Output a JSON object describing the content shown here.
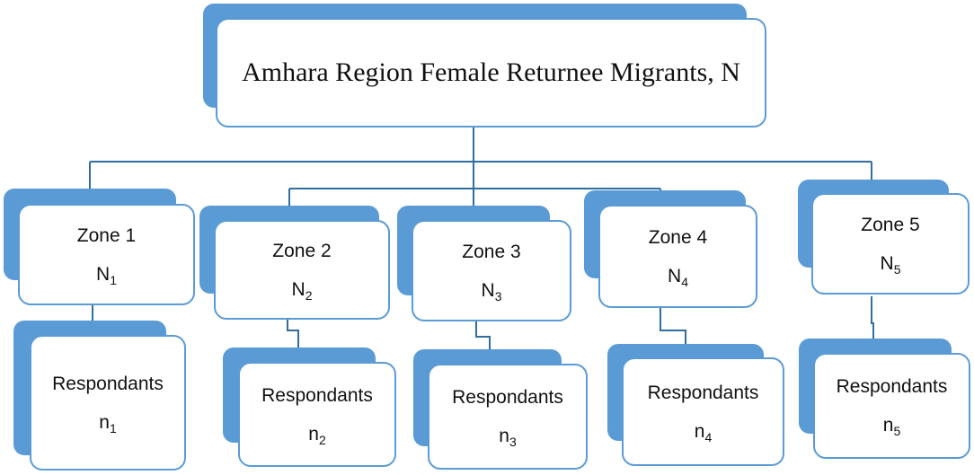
{
  "title": {
    "text": "Amhara Region Female Returnee Migrants, N"
  },
  "zones": [
    {
      "label": "Zone 1",
      "count": "N",
      "count_sub": "1",
      "respondents": "Respondants",
      "resp_count": "n",
      "resp_sub": "1"
    },
    {
      "label": "Zone 2",
      "count": "N",
      "count_sub": "2",
      "respondents": "Respondants",
      "resp_count": "n",
      "resp_sub": "2"
    },
    {
      "label": "Zone 3",
      "count": "N",
      "count_sub": "3",
      "respondents": "Respondants",
      "resp_count": "n",
      "resp_sub": "3"
    },
    {
      "label": "Zone 4",
      "count": "N",
      "count_sub": "4",
      "respondents": "Respondants",
      "resp_count": "n",
      "resp_sub": "4"
    },
    {
      "label": "Zone 5",
      "count": "N",
      "count_sub": "5",
      "respondents": "Respondants",
      "resp_count": "n",
      "resp_sub": "5"
    }
  ],
  "colors": {
    "box_fill": "#5b9bd5",
    "box_border": "#5b9bd5",
    "connector": "#2f6e9e",
    "text": "#111111"
  }
}
